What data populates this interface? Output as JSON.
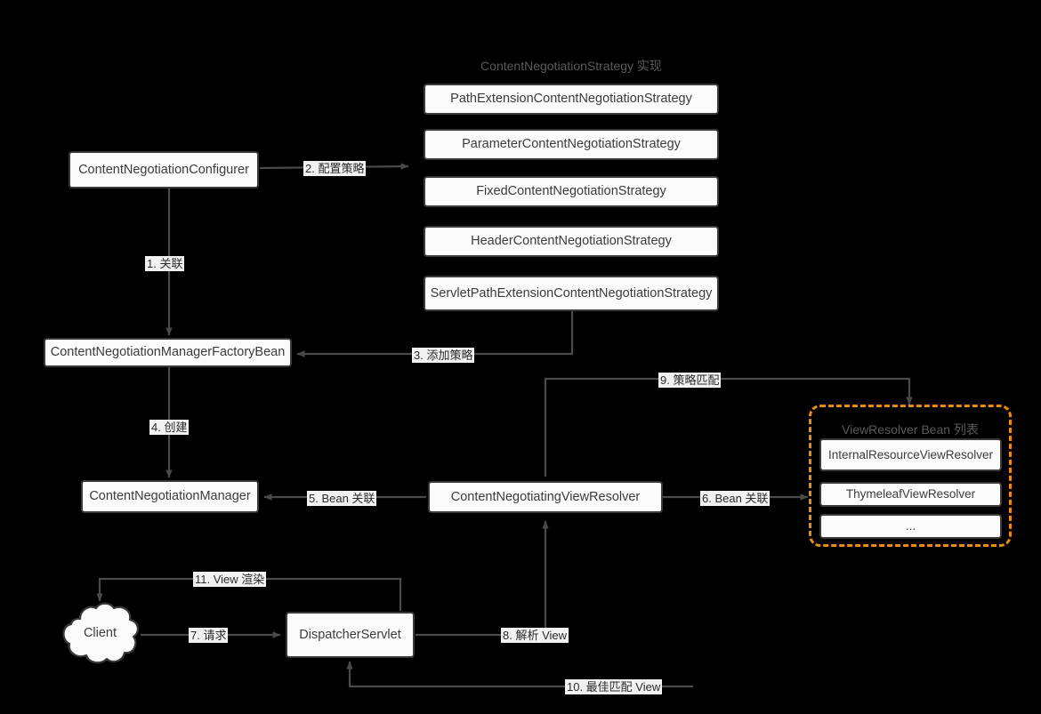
{
  "diagram": {
    "background_color": "#000000",
    "node_fill": "#fbfbfb",
    "node_stroke": "#3a3a3a",
    "edge_color": "#4a4a4a",
    "group_accent": "#ea8c11",
    "label_bg": "#f2f2f2"
  },
  "groups": [
    {
      "id": "strategy-group",
      "title": "ContentNegotiationStrategy 实现"
    },
    {
      "id": "viewresolver-group",
      "title": "ViewResolver Bean 列表"
    }
  ],
  "nodes": {
    "configurer": "ContentNegotiationConfigurer",
    "factory_bean": "ContentNegotiationManagerFactoryBean",
    "manager": "ContentNegotiationManager",
    "negotiating_view_resolver": "ContentNegotiatingViewResolver",
    "dispatcher_servlet": "DispatcherServlet",
    "client": "Client",
    "strategies": [
      "PathExtensionContentNegotiationStrategy",
      "ParameterContentNegotiationStrategy",
      "FixedContentNegotiationStrategy",
      "HeaderContentNegotiationStrategy",
      "ServletPathExtensionContentNegotiationStrategy"
    ],
    "view_resolvers": [
      "InternalResourceViewResolver",
      "ThymeleafViewResolver",
      "..."
    ]
  },
  "edges": [
    {
      "id": "e1",
      "label": "1. 关联"
    },
    {
      "id": "e2",
      "label": "2. 配置策略"
    },
    {
      "id": "e3",
      "label": "3. 添加策略"
    },
    {
      "id": "e4",
      "label": "4. 创建"
    },
    {
      "id": "e5",
      "label": "5. Bean 关联"
    },
    {
      "id": "e6",
      "label": "6. Bean 关联"
    },
    {
      "id": "e7",
      "label": "7. 请求"
    },
    {
      "id": "e8",
      "label": "8. 解析 View"
    },
    {
      "id": "e9",
      "label": "9. 策略匹配"
    },
    {
      "id": "e10",
      "label": "10. 最佳匹配 View"
    },
    {
      "id": "e11",
      "label": "11. View 渲染"
    }
  ]
}
